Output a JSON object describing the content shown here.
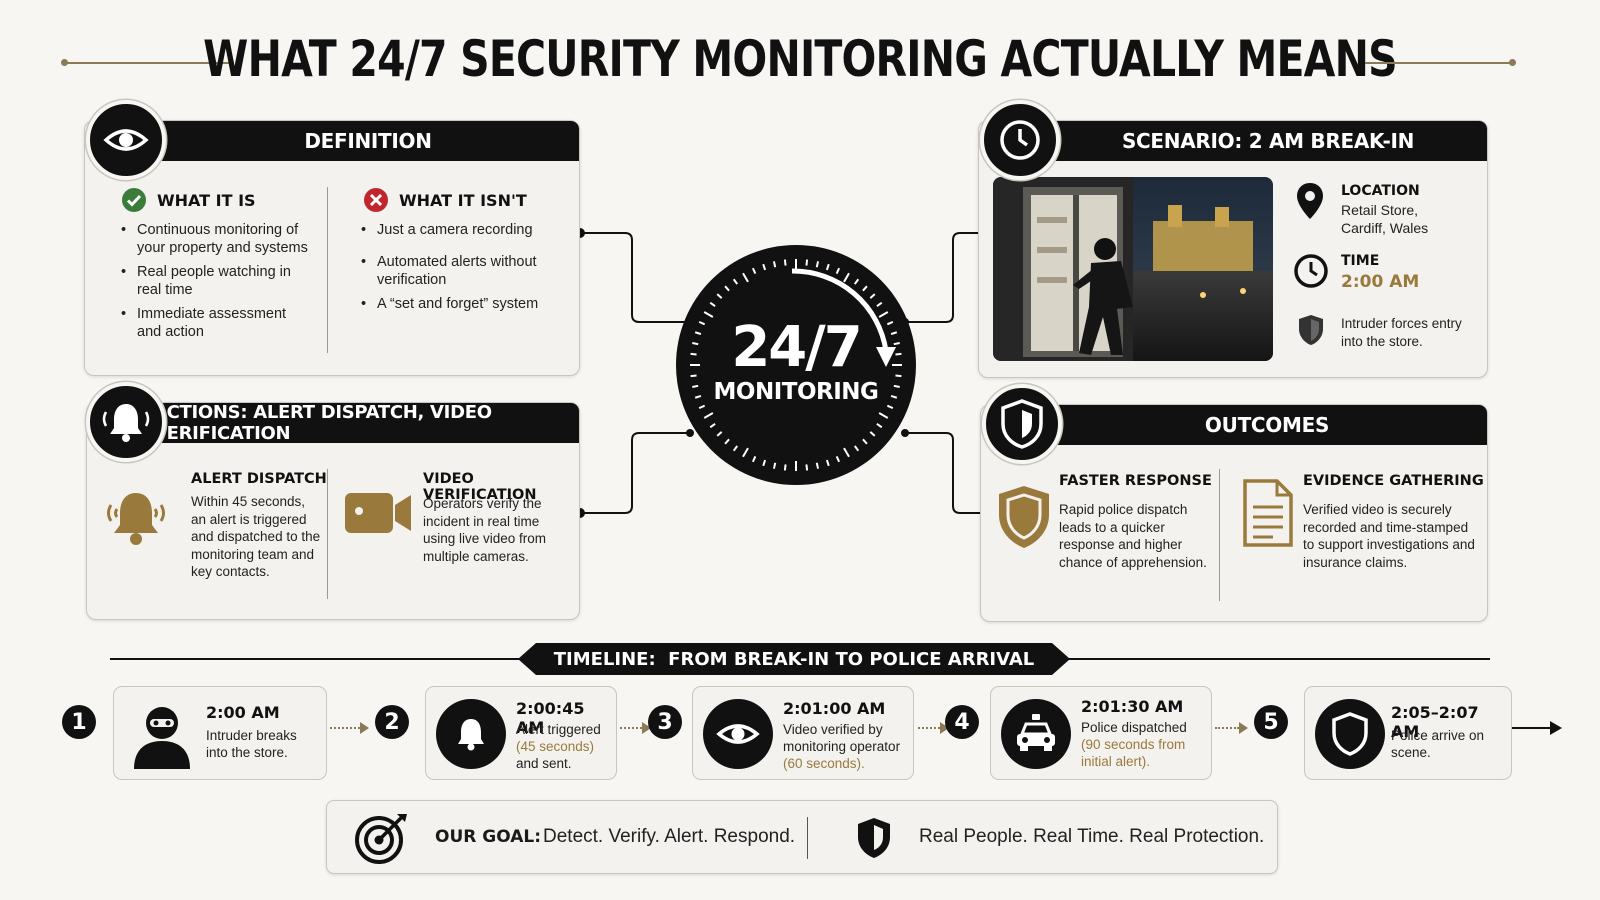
{
  "title": "WHAT 24/7 SECURITY MONITORING ACTUALLY MEANS",
  "colors": {
    "dark": "#111111",
    "gold": "#9a7a3c",
    "green": "#3a7d3a",
    "red": "#c0262d",
    "card": "#f3f2ef"
  },
  "center": {
    "big": "24/7",
    "small": "MONITORING"
  },
  "definition": {
    "header": "DEFINITION",
    "icon": "eye-icon",
    "is": {
      "heading": "WHAT IT IS",
      "items": [
        "Continuous monitoring of your property and systems",
        "Real people watching in real time",
        "Immediate assessment and action"
      ]
    },
    "isnt": {
      "heading": "WHAT IT ISN'T",
      "items": [
        "Just a camera recording",
        "Automated alerts without verification",
        "A “set and forget” system"
      ]
    }
  },
  "scenario": {
    "header": "SCENARIO: 2 AM BREAK-IN",
    "icon": "clock-icon",
    "location_label": "LOCATION",
    "location_value": "Retail Store, Cardiff, Wales",
    "time_label": "TIME",
    "time_value": "2:00 AM",
    "event": "Intruder forces entry into the store."
  },
  "actions": {
    "header": "ACTIONS: ALERT DISPATCH, VIDEO VERIFICATION",
    "icon": "bell-icon",
    "alert": {
      "heading": "ALERT DISPATCH",
      "text": "Within 45 seconds, an alert is triggered and dispatched to the monitoring team and key contacts."
    },
    "video": {
      "heading": "VIDEO VERIFICATION",
      "text": "Operators verify the incident in real time using live video from multiple cameras."
    }
  },
  "outcomes": {
    "header": "OUTCOMES",
    "icon": "shield-icon",
    "faster": {
      "heading": "FASTER RESPONSE",
      "text": "Rapid police dispatch leads to a quicker response and higher chance of apprehension."
    },
    "evidence": {
      "heading": "EVIDENCE GATHERING",
      "text": "Verified video is securely recorded and time-stamped to support investigations and insurance claims."
    }
  },
  "timeline": {
    "header": "TIMELINE:  FROM BREAK-IN TO POLICE ARRIVAL",
    "steps": [
      {
        "num": "1",
        "time": "2:00 AM",
        "desc": "Intruder breaks into the store.",
        "highlight": "",
        "desc_after": ""
      },
      {
        "num": "2",
        "time": "2:00:45 AM",
        "desc": "Alert triggered",
        "highlight": "(45 seconds)",
        "desc_after": "and sent."
      },
      {
        "num": "3",
        "time": "2:01:00 AM",
        "desc": "Video verified by monitoring operator",
        "highlight": "(60 seconds).",
        "desc_after": ""
      },
      {
        "num": "4",
        "time": "2:01:30 AM",
        "desc": "Police dispatched",
        "highlight": "(90 seconds from initial alert).",
        "desc_after": ""
      },
      {
        "num": "5",
        "time": "2:05–2:07 AM",
        "desc": "Police arrive on scene.",
        "highlight": "",
        "desc_after": ""
      }
    ]
  },
  "goal": {
    "label": "OUR GOAL:",
    "text": "Detect. Verify. Alert. Respond.",
    "tagline": "Real People. Real Time. Real Protection."
  }
}
